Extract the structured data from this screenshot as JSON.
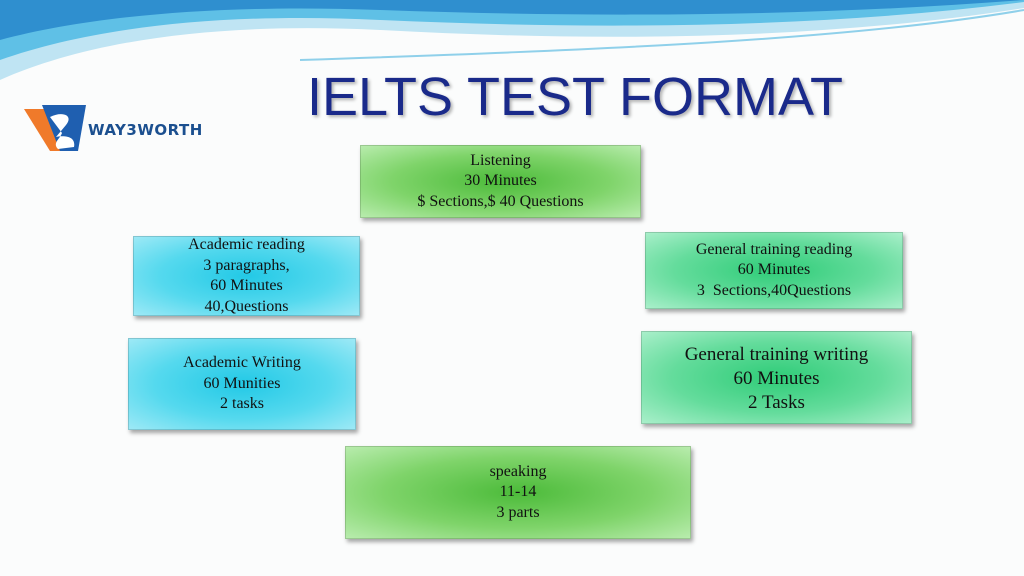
{
  "title": "IELTS TEST FORMAT",
  "logo": {
    "text": "WAY3WORTH"
  },
  "boxes": {
    "listening": [
      "Listening",
      "30 Minutes",
      "$ Sections,$ 40 Questions"
    ],
    "academic_reading": [
      "Academic reading",
      "3 paragraphs,",
      "60 Minutes",
      "40,Questions"
    ],
    "general_reading": [
      "General training reading",
      "60 Minutes",
      "3  Sections,40Questions"
    ],
    "academic_writing": [
      "Academic Writing",
      "60 Munities",
      "2 tasks"
    ],
    "general_writing": [
      "General training writing",
      "60 Minutes",
      "2 Tasks"
    ],
    "speaking": [
      "speaking",
      "11-14",
      "3 parts"
    ]
  },
  "colors": {
    "title": "#1a2a8a",
    "green": "#4cbb3a",
    "cyan": "#23c9e6",
    "teal": "#2fcc78"
  }
}
